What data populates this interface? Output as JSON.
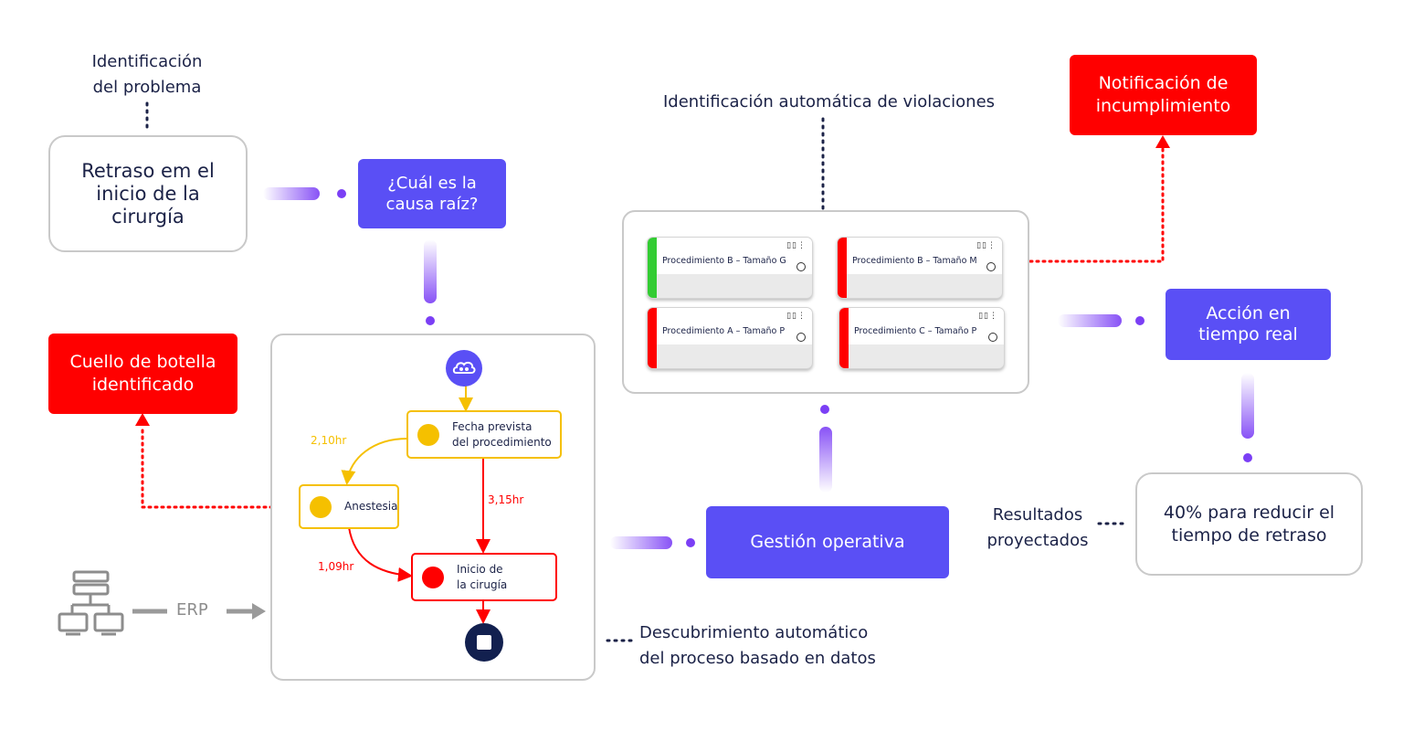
{
  "problem_identification": {
    "caption": "Identificación\ndel problema",
    "box": "Retraso em el\ninicio de la\ncirurgía"
  },
  "root_cause": "¿Cuál es la\ncausa raíz?",
  "bottleneck": "Cuello de botella\nidentificado",
  "process_map": {
    "start_icon": "process-mining-icon",
    "node_planned": "Fecha prevista\ndel procedimiento",
    "node_anesthesia": "Anestesia",
    "node_surgery_start": "Inicio de\nla cirugía",
    "edge_planned_anesthesia": "2,10hr",
    "edge_planned_surgery": "3,15hr",
    "edge_anesthesia_surgery": "1,09hr",
    "end_icon": "stop-icon"
  },
  "erp": {
    "label": "ERP",
    "icon": "server-network-icon"
  },
  "discovery_caption": "Descubrimiento automático\ndel proceso basado en datos",
  "violations_caption": "Identificación automática de violaciones",
  "cards": [
    {
      "label": "Procedimiento B – Tamaño G",
      "status_color": "#33cc33"
    },
    {
      "label": "Procedimiento B – Tamaño M",
      "status_color": "#ff0000"
    },
    {
      "label": "Procedimiento A – Tamaño P",
      "status_color": "#ff0000"
    },
    {
      "label": "Procedimiento C – Tamaño P",
      "status_color": "#ff0000"
    }
  ],
  "operational_management": "Gestión operativa",
  "noncompliance_notification": "Notificación de\nincumplimiento",
  "real_time_action": "Acción en\ntiempo real",
  "projected_results": {
    "caption": "Resultados\nproyectados",
    "box": "40% para reducir el\ntiempo de retraso"
  },
  "colors": {
    "purple": "#5a4ff5",
    "red": "#ff0000",
    "yellow": "#f5c000",
    "navy": "#1b2247",
    "accent_dot": "#7b3ff5"
  }
}
